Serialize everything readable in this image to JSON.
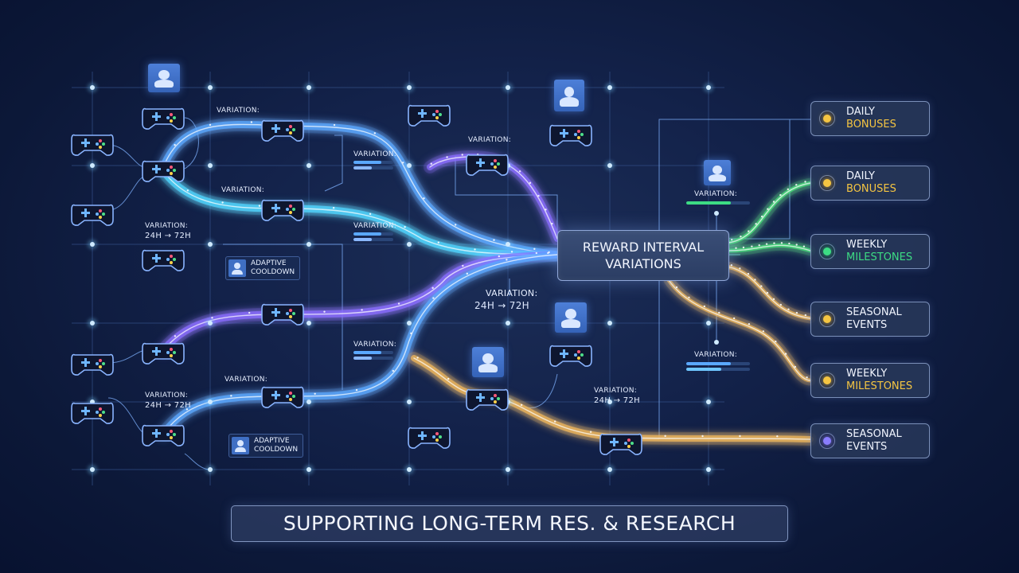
{
  "hub": {
    "line1": "REWARD INTERVAL",
    "line2": "VARIATIONS"
  },
  "footer_title": "SUPPORTING LONG-TERM RES. & RESEARCH",
  "outputs": [
    {
      "line1": "DAILY",
      "line2": "BONUSES",
      "dot_color": "#f5c542",
      "line2_color": "#f5c542"
    },
    {
      "line1": "DAILY",
      "line2": "BONUSES",
      "dot_color": "#f5c542",
      "line2_color": "#f5c542"
    },
    {
      "line1": "WEEKLY",
      "line2": "MILESTONES",
      "dot_color": "#3ddc84",
      "line2_color": "#3ddc84"
    },
    {
      "line1": "SEASONAL",
      "line2": "EVENTS",
      "dot_color": "#f5c542",
      "line2_color": "#f1f5ff"
    },
    {
      "line1": "WEEKLY",
      "line2": "MILESTONES",
      "dot_color": "#f5c542",
      "line2_color": "#f5c542"
    },
    {
      "line1": "SEASONAL",
      "line2": "EVENTS",
      "dot_color": "#8a7dff",
      "line2_color": "#f1f5ff"
    }
  ],
  "labels": {
    "variation": "VARIATION:",
    "interval": "24H → 72H",
    "adaptive_1": "ADAPTIVE",
    "adaptive_2": "COOLDOWN"
  },
  "colors": {
    "stream_blue": "#5aa8ff",
    "stream_violet": "#8a6cff",
    "stream_cyan": "#4fd7ff",
    "stream_gold": "#f0b75a",
    "stream_green": "#45e07a",
    "node": "#7fd0ff"
  },
  "icons": [
    "gamepad-icon",
    "user-avatar-icon",
    "status-dot-icon"
  ]
}
